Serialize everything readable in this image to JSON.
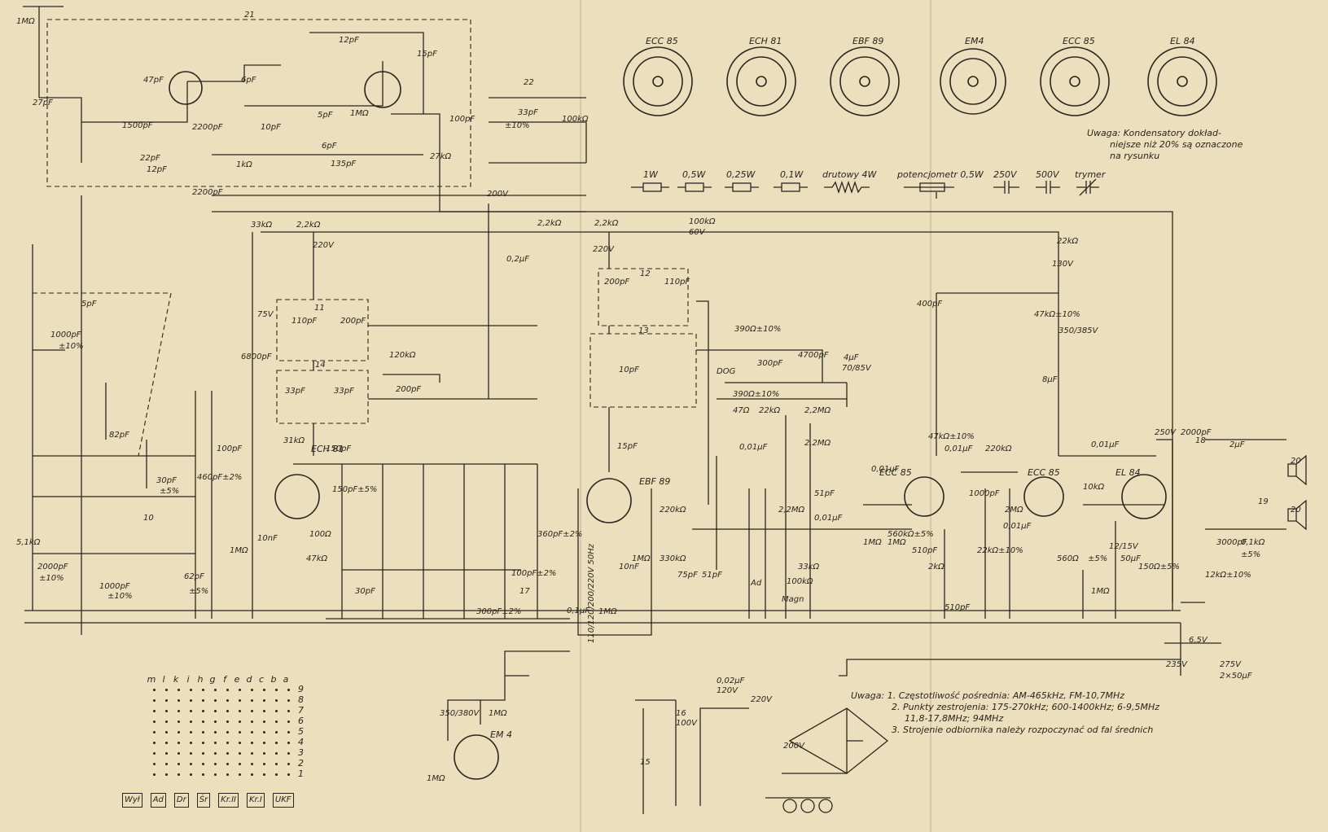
{
  "tube_bases": [
    {
      "label": "ECC 85"
    },
    {
      "label": "ECH 81"
    },
    {
      "label": "EBF 89"
    },
    {
      "label": "EM4"
    },
    {
      "label": "ECC 85"
    },
    {
      "label": "EL 84"
    }
  ],
  "tolerance_note": [
    "Uwaga: Kondensatory dokład-",
    "niejsze niż 20% są oznaczone",
    "na rysunku"
  ],
  "legend": [
    {
      "label": "1W"
    },
    {
      "label": "0,5W"
    },
    {
      "label": "0,25W"
    },
    {
      "label": "0,1W"
    },
    {
      "label": "drutowy 4W"
    },
    {
      "label": "potencjometr 0,5W"
    },
    {
      "label": "250V"
    },
    {
      "label": "500V"
    },
    {
      "label": "trymer"
    }
  ],
  "circuit_tubes": [
    {
      "label": "ECH 81"
    },
    {
      "label": "EBF 89"
    },
    {
      "label": "ECC 85"
    },
    {
      "label": "ECC 85"
    },
    {
      "label": "EL 84"
    },
    {
      "label": "EM 4"
    }
  ],
  "component_labels": [
    {
      "text": "21"
    },
    {
      "text": "12pF"
    },
    {
      "text": "15pF"
    },
    {
      "text": "47pF"
    },
    {
      "text": "6pF"
    },
    {
      "text": "27pF"
    },
    {
      "text": "1500pF"
    },
    {
      "text": "10pF"
    },
    {
      "text": "5pF"
    },
    {
      "text": "1MΩ"
    },
    {
      "text": "6pF"
    },
    {
      "text": "135pF"
    },
    {
      "text": "1kΩ"
    },
    {
      "text": "2200pF"
    },
    {
      "text": "2200pF"
    },
    {
      "text": "22pF"
    },
    {
      "text": "12pF"
    },
    {
      "text": "27kΩ"
    },
    {
      "text": "100pF"
    },
    {
      "text": "33pF"
    },
    {
      "text": "±10%"
    },
    {
      "text": "100kΩ"
    },
    {
      "text": "22"
    },
    {
      "text": "200V"
    },
    {
      "text": "33kΩ"
    },
    {
      "text": "2,2kΩ"
    },
    {
      "text": "220V"
    },
    {
      "text": "75V"
    },
    {
      "text": "6800pF"
    },
    {
      "text": "110pF"
    },
    {
      "text": "200pF"
    },
    {
      "text": "11"
    },
    {
      "text": "120kΩ"
    },
    {
      "text": "14"
    },
    {
      "text": "33pF"
    },
    {
      "text": "33pF"
    },
    {
      "text": "200pF"
    },
    {
      "text": "2,2kΩ"
    },
    {
      "text": "0,2μF"
    },
    {
      "text": "2,2kΩ"
    },
    {
      "text": "220V"
    },
    {
      "text": "100kΩ"
    },
    {
      "text": "60V"
    },
    {
      "text": "200pF"
    },
    {
      "text": "110pF"
    },
    {
      "text": "12"
    },
    {
      "text": "13"
    },
    {
      "text": "10pF"
    },
    {
      "text": "390Ω±10%"
    },
    {
      "text": "DOG"
    },
    {
      "text": "300pF"
    },
    {
      "text": "390Ω±10%"
    },
    {
      "text": "4700pF"
    },
    {
      "text": "4μF"
    },
    {
      "text": "70/85V"
    },
    {
      "text": "47Ω"
    },
    {
      "text": "22kΩ"
    },
    {
      "text": "2,2MΩ"
    },
    {
      "text": "2,2MΩ"
    },
    {
      "text": "0,01μF"
    },
    {
      "text": "15pF"
    },
    {
      "text": "5pF"
    },
    {
      "text": "1000pF"
    },
    {
      "text": "±10%"
    },
    {
      "text": "82pF"
    },
    {
      "text": "30pF"
    },
    {
      "text": "±5%"
    },
    {
      "text": "5,1kΩ"
    },
    {
      "text": "2000pF"
    },
    {
      "text": "±10%"
    },
    {
      "text": "1000pF"
    },
    {
      "text": "±10%"
    },
    {
      "text": "62pF"
    },
    {
      "text": "±5%"
    },
    {
      "text": "10"
    },
    {
      "text": "460pF±2%"
    },
    {
      "text": "100pF"
    },
    {
      "text": "1MΩ"
    },
    {
      "text": "10nF"
    },
    {
      "text": "31kΩ"
    },
    {
      "text": "150pF"
    },
    {
      "text": "150pF±5%"
    },
    {
      "text": "100Ω"
    },
    {
      "text": "47kΩ"
    },
    {
      "text": "30pF"
    },
    {
      "text": "300pF±2%"
    },
    {
      "text": "360pF±2%"
    },
    {
      "text": "100pF±2%"
    },
    {
      "text": "17"
    },
    {
      "text": "0,1μF"
    },
    {
      "text": "1MΩ"
    },
    {
      "text": "220kΩ"
    },
    {
      "text": "330kΩ"
    },
    {
      "text": "1MΩ"
    },
    {
      "text": "75pF"
    },
    {
      "text": "51pF"
    },
    {
      "text": "10nF"
    },
    {
      "text": "Ad"
    },
    {
      "text": "Magn"
    },
    {
      "text": "100kΩ"
    },
    {
      "text": "51pF"
    },
    {
      "text": "2,2MΩ"
    },
    {
      "text": "0,01μF"
    },
    {
      "text": "33kΩ"
    },
    {
      "text": "0,01μF"
    },
    {
      "text": "1MΩ"
    },
    {
      "text": "1MΩ"
    },
    {
      "text": "560kΩ±5%"
    },
    {
      "text": "510pF"
    },
    {
      "text": "2kΩ"
    },
    {
      "text": "510pF"
    },
    {
      "text": "400pF"
    },
    {
      "text": "47kΩ±10%"
    },
    {
      "text": "0,01μF"
    },
    {
      "text": "220kΩ"
    },
    {
      "text": "1000pF"
    },
    {
      "text": "2MΩ"
    },
    {
      "text": "22kΩ±10%"
    },
    {
      "text": "0,01μF"
    },
    {
      "text": "22kΩ"
    },
    {
      "text": "130V"
    },
    {
      "text": "47kΩ±10%"
    },
    {
      "text": "350/385V"
    },
    {
      "text": "8μF"
    },
    {
      "text": "0,01μF"
    },
    {
      "text": "10kΩ"
    },
    {
      "text": "250V"
    },
    {
      "text": "2000pF"
    },
    {
      "text": "18"
    },
    {
      "text": "2μF"
    },
    {
      "text": "20"
    },
    {
      "text": "19"
    },
    {
      "text": "20"
    },
    {
      "text": "0,1kΩ"
    },
    {
      "text": "±5%"
    },
    {
      "text": "3000pF"
    },
    {
      "text": "12kΩ±10%"
    },
    {
      "text": "560Ω"
    },
    {
      "text": "±5%"
    },
    {
      "text": "1MΩ"
    },
    {
      "text": "50μF"
    },
    {
      "text": "12/15V"
    },
    {
      "text": "150Ω±5%"
    },
    {
      "text": "6,5V"
    },
    {
      "text": "235V"
    },
    {
      "text": "275V"
    },
    {
      "text": "2×50μF"
    },
    {
      "text": "350/380V"
    },
    {
      "text": "1MΩ"
    },
    {
      "text": "1MΩ"
    },
    {
      "text": "0,02μF"
    },
    {
      "text": "120V"
    },
    {
      "text": "220V"
    },
    {
      "text": "16"
    },
    {
      "text": "100V"
    },
    {
      "text": "200V"
    },
    {
      "text": "15"
    },
    {
      "text": "110/120/200/220V 50Hz"
    },
    {
      "text": "1MΩ"
    }
  ],
  "notes": [
    "Uwaga: 1. Częstotliwość pośrednia: AM-465kHz, FM-10,7MHz",
    "2. Punkty zestrojenia: 175-270kHz; 600-1400kHz; 6-9,5MHz",
    "11,8-17,8MHz; 94MHz",
    "3. Strojenie odbiornika należy rozpoczynać od fal średnich"
  ],
  "switch_matrix": {
    "columns": [
      "m",
      "l",
      "k",
      "i",
      "h",
      "g",
      "f",
      "e",
      "d",
      "c",
      "b",
      "a"
    ],
    "rows": [
      "9",
      "8",
      "7",
      "6",
      "5",
      "4",
      "3",
      "2",
      "1"
    ],
    "buttons": [
      "Wył",
      "Ad",
      "Dr",
      "Śr",
      "Kr.II",
      "Kr.I",
      "UKF"
    ]
  },
  "colors": {
    "paper": "#ecdfbd",
    "ink": "#2b261e"
  }
}
